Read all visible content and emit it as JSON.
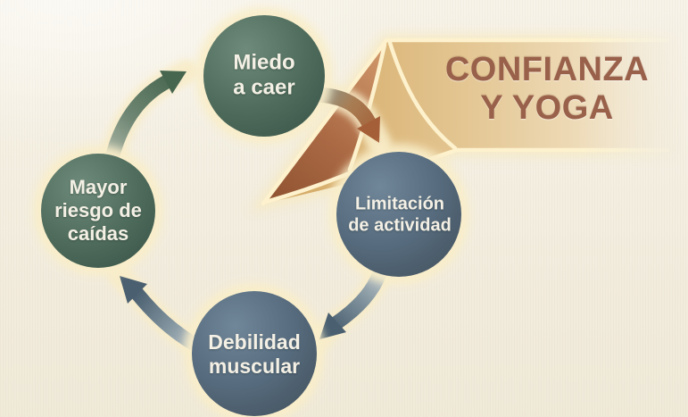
{
  "background_color": "#f4efe2",
  "banner": {
    "title": "CONFIANZA\nY YOGA",
    "title_color": "#99604a",
    "band_gold": "#d9b273",
    "band_light": "#f0e5cf",
    "wedge_rust_dark": "#8e5130",
    "wedge_rust_light": "#cd9468",
    "edge_cream": "#fdf2cd"
  },
  "cycle": {
    "label_color": "#f4f0e5",
    "node_glow": "#f9eec9",
    "nodes": [
      {
        "id": "miedo-a-caer",
        "label": "Miedo\na caer",
        "color": "#4d6a5a"
      },
      {
        "id": "limitacion-de-actividad",
        "label": "Limitación\nde actividad",
        "color": "#53687a"
      },
      {
        "id": "debilidad-muscular",
        "label": "Debilidad\nmuscular",
        "color": "#53687a"
      },
      {
        "id": "mayor-riesgo-de-caidas",
        "label": "Mayor\nriesgo de\ncaídas",
        "color": "#4d6a5a"
      }
    ],
    "arrows": [
      {
        "id": "arrow-mayor-to-miedo",
        "from": "mayor-riesgo-de-caidas",
        "to": "miedo-a-caer",
        "color": "#47664f"
      },
      {
        "id": "arrow-miedo-to-limitacion",
        "from": "miedo-a-caer",
        "to": "limitacion-de-actividad",
        "color": "#a55f38"
      },
      {
        "id": "arrow-limitacion-to-debilidad",
        "from": "limitacion-de-actividad",
        "to": "debilidad-muscular",
        "color": "#4a5f70"
      },
      {
        "id": "arrow-debilidad-to-mayor",
        "from": "debilidad-muscular",
        "to": "mayor-riesgo-de-caidas",
        "color": "#4a5f70"
      }
    ]
  }
}
